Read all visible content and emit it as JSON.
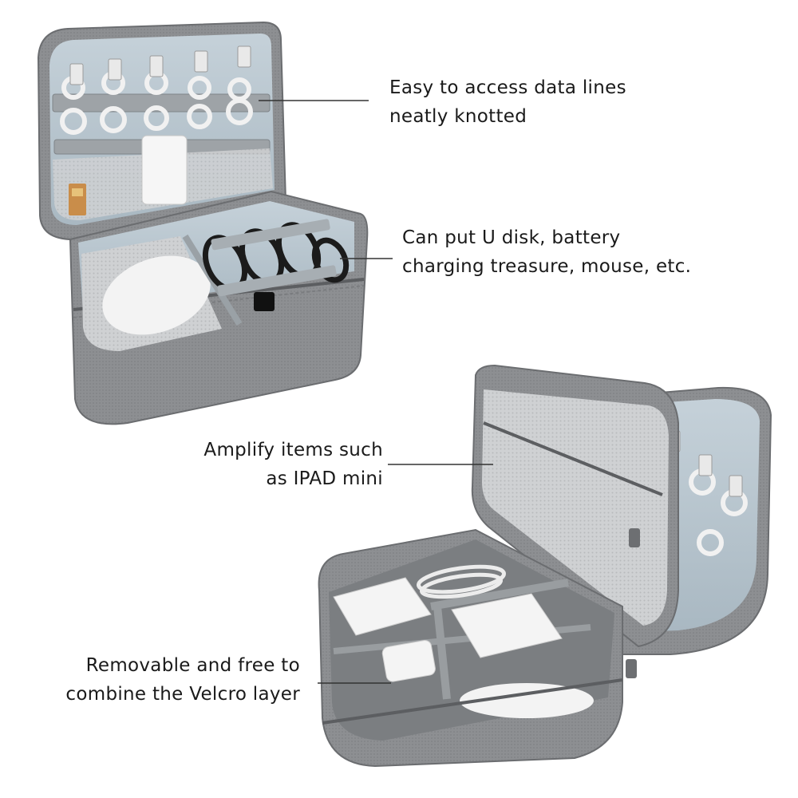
{
  "callouts": {
    "data_lines": {
      "line1": "Easy to access data lines",
      "line2": "neatly knotted"
    },
    "u_disk": {
      "line1": "Can put U disk, battery",
      "line2": "charging treasure, mouse, etc."
    },
    "ipad": {
      "line1": "Amplify items such",
      "line2": "as IPAD mini"
    },
    "velcro": {
      "line1": "Removable and free to",
      "line2": "combine the Velcro layer"
    }
  },
  "colors": {
    "bag_gray": "#8a8c8f",
    "bag_dark": "#6e7073",
    "lining_blue": "#b9c6cf",
    "mesh": "#c9cbcd",
    "white_items": "#f4f4f4",
    "cable_black": "#1b1b1b"
  }
}
